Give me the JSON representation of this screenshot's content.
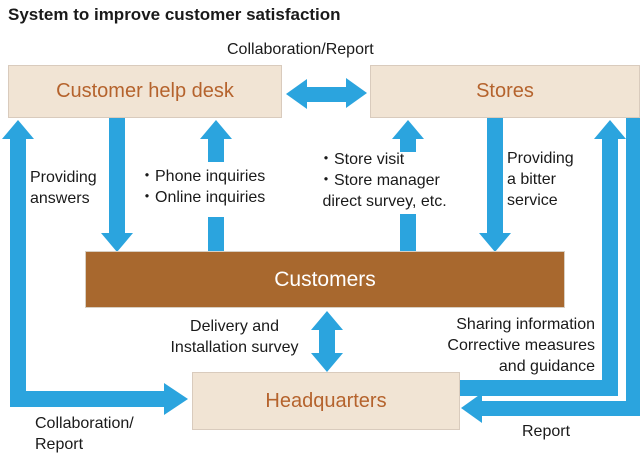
{
  "title": "System to improve customer satisfaction",
  "colors": {
    "arrow": "#2ba4de",
    "box_beige_bg": "#f1e4d4",
    "box_beige_border": "#d9cbbd",
    "box_brown_bg": "#a8682e",
    "box_brown_border": "#d8cfc2",
    "box_text_brown": "#b5632d",
    "text_black": "#1a1a1a",
    "background": "#ffffff"
  },
  "nodes": {
    "help_desk": "Customer help desk",
    "stores": "Stores",
    "customers": "Customers",
    "headquarters": "Headquarters"
  },
  "labels": {
    "collaboration_top": "Collaboration/Report",
    "providing_answers": [
      "Providing",
      "answers"
    ],
    "inquiries": [
      "・Phone inquiries",
      "・Online inquiries"
    ],
    "store_visit": [
      "・Store visit",
      "・Store manager",
      " direct survey, etc."
    ],
    "bitter_service": [
      "Providing",
      "a bitter",
      "service"
    ],
    "delivery_survey": [
      "Delivery and",
      "Installation survey"
    ],
    "sharing_info": [
      "Sharing information",
      "Corrective measures",
      "and guidance"
    ],
    "collaboration_bottom": [
      "Collaboration/",
      "Report"
    ],
    "report": "Report"
  }
}
